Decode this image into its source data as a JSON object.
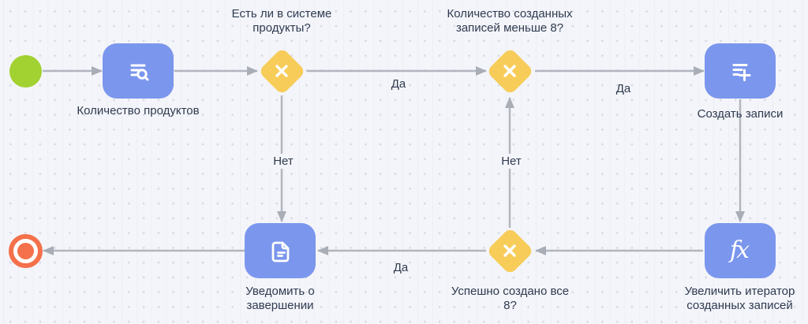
{
  "diagram": {
    "nodes": {
      "start": {
        "name": "start-event"
      },
      "count_products": {
        "label": "Количество продуктов",
        "icon": "list-search-icon"
      },
      "gateway_products_exist": {
        "question": "Есть ли в системе продукты?",
        "icon": "x-icon"
      },
      "gateway_records_less_8": {
        "question": "Количество созданных записей меньше 8?",
        "icon": "x-icon"
      },
      "create_records": {
        "label": "Создать записи",
        "icon": "list-add-icon"
      },
      "increment_iterator": {
        "label": "Увеличить итератор созданных записей",
        "icon_text": "fx"
      },
      "gateway_all_created": {
        "question": "Успешно создано все 8?",
        "icon": "x-icon"
      },
      "notify_finish": {
        "label": "Уведомить о завершении",
        "icon": "document-icon"
      },
      "end": {
        "name": "end-event"
      }
    },
    "edge_labels": {
      "yes_1": "Да",
      "yes_2": "Да",
      "yes_3": "Да",
      "no_1": "Нет",
      "no_2": "Нет"
    },
    "colors": {
      "task": "#7B96ED",
      "gateway": "#F7CC58",
      "start_event": "#A2D132",
      "end_event": "#F4714B",
      "edge": "#B1B5BD",
      "text": "#2F3B4F",
      "background": "#F4F5FA"
    }
  }
}
